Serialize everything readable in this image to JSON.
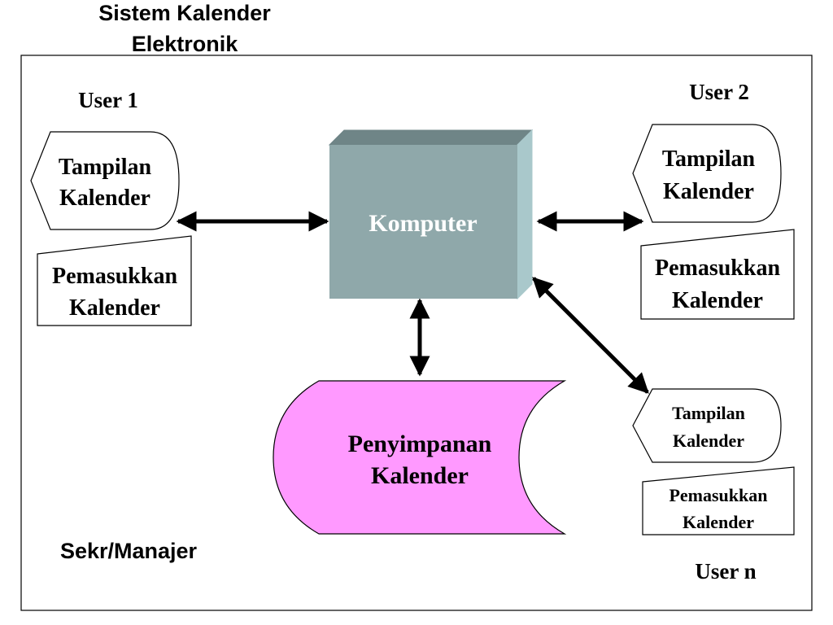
{
  "title": {
    "line1": "Sistem Kalender",
    "line2": "Elektronik"
  },
  "users": {
    "user1": "User 1",
    "user2": "User 2",
    "usern": "User n"
  },
  "manager": "Sekr/Manajer",
  "computer": "Komputer",
  "storage": {
    "line1": "Penyimpanan",
    "line2": "Kalender"
  },
  "display": {
    "line1": "Tampilan",
    "line2": "Kalender"
  },
  "input": {
    "line1": "Pemasukkan",
    "line2": "Kalender"
  },
  "colors": {
    "computer_front": "#8fa8aa",
    "computer_top": "#6f8587",
    "computer_side": "#a9c8cb",
    "storage_fill": "#ff99ff",
    "line": "#000000"
  }
}
